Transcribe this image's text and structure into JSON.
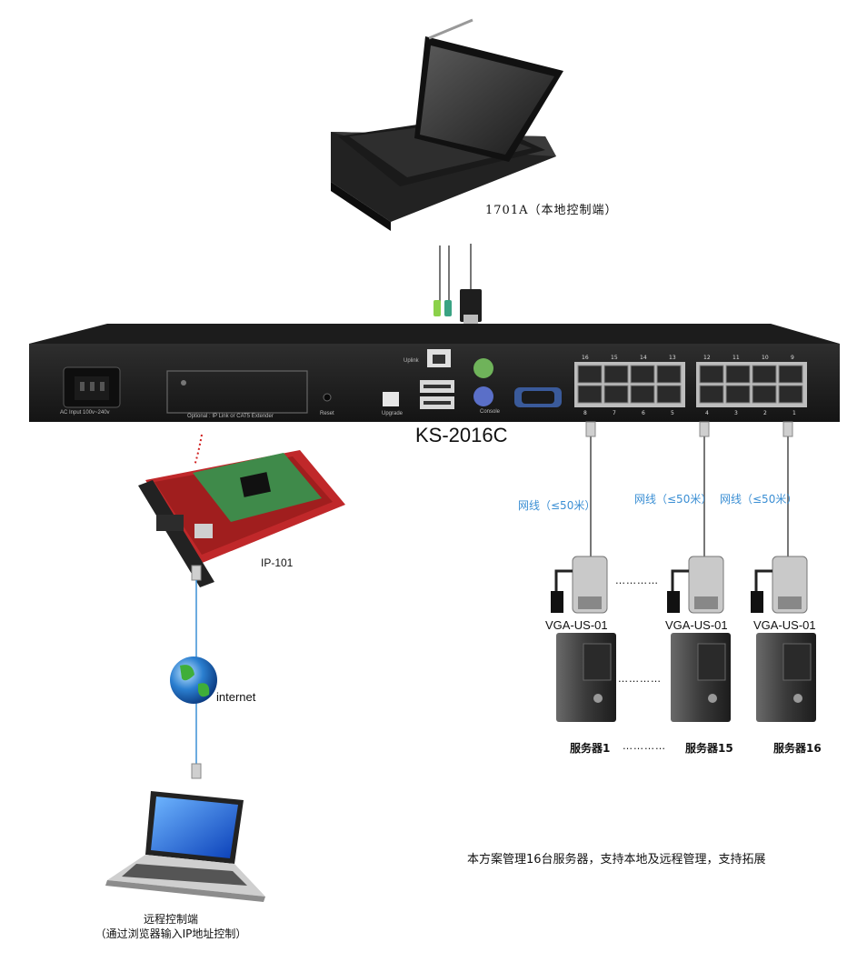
{
  "local_console": {
    "label": "1701A（本地控制端）"
  },
  "kvm_switch": {
    "model": "KS-2016C",
    "panel_labels": {
      "ac_input": "AC Input 100v~240v",
      "optional": "Optional : IP Link or CAT5 Extender",
      "reset": "Reset",
      "upgrade": "Upgrade",
      "uplink": "Uplink",
      "console": "Console"
    },
    "port_numbers_top": [
      "16",
      "15",
      "14",
      "13",
      "12",
      "11",
      "10",
      "9"
    ],
    "port_numbers_bottom": [
      "8",
      "7",
      "6",
      "5",
      "4",
      "3",
      "2",
      "1"
    ]
  },
  "ip_module": {
    "label": "IP-101"
  },
  "internet": {
    "label": "internet"
  },
  "remote_client": {
    "line1": "远程控制端",
    "line2": "（通过浏览器输入IP地址控制）"
  },
  "cables": [
    "网线（≤50米）",
    "网线（≤50米）",
    "网线（≤50米）"
  ],
  "dongles": [
    "VGA-US-01",
    "VGA-US-01",
    "VGA-US-01"
  ],
  "servers": [
    "服务器1",
    "服务器15",
    "服务器16"
  ],
  "ellipsis": "…………",
  "summary": "本方案管理16台服务器，支持本地及远程管理，支持拓展",
  "colors": {
    "cable_label": "#3b8fd4",
    "pcb_red": "#c0282a",
    "pcb_green": "#3f8a4a",
    "globe_blue": "#2b7fd0"
  }
}
